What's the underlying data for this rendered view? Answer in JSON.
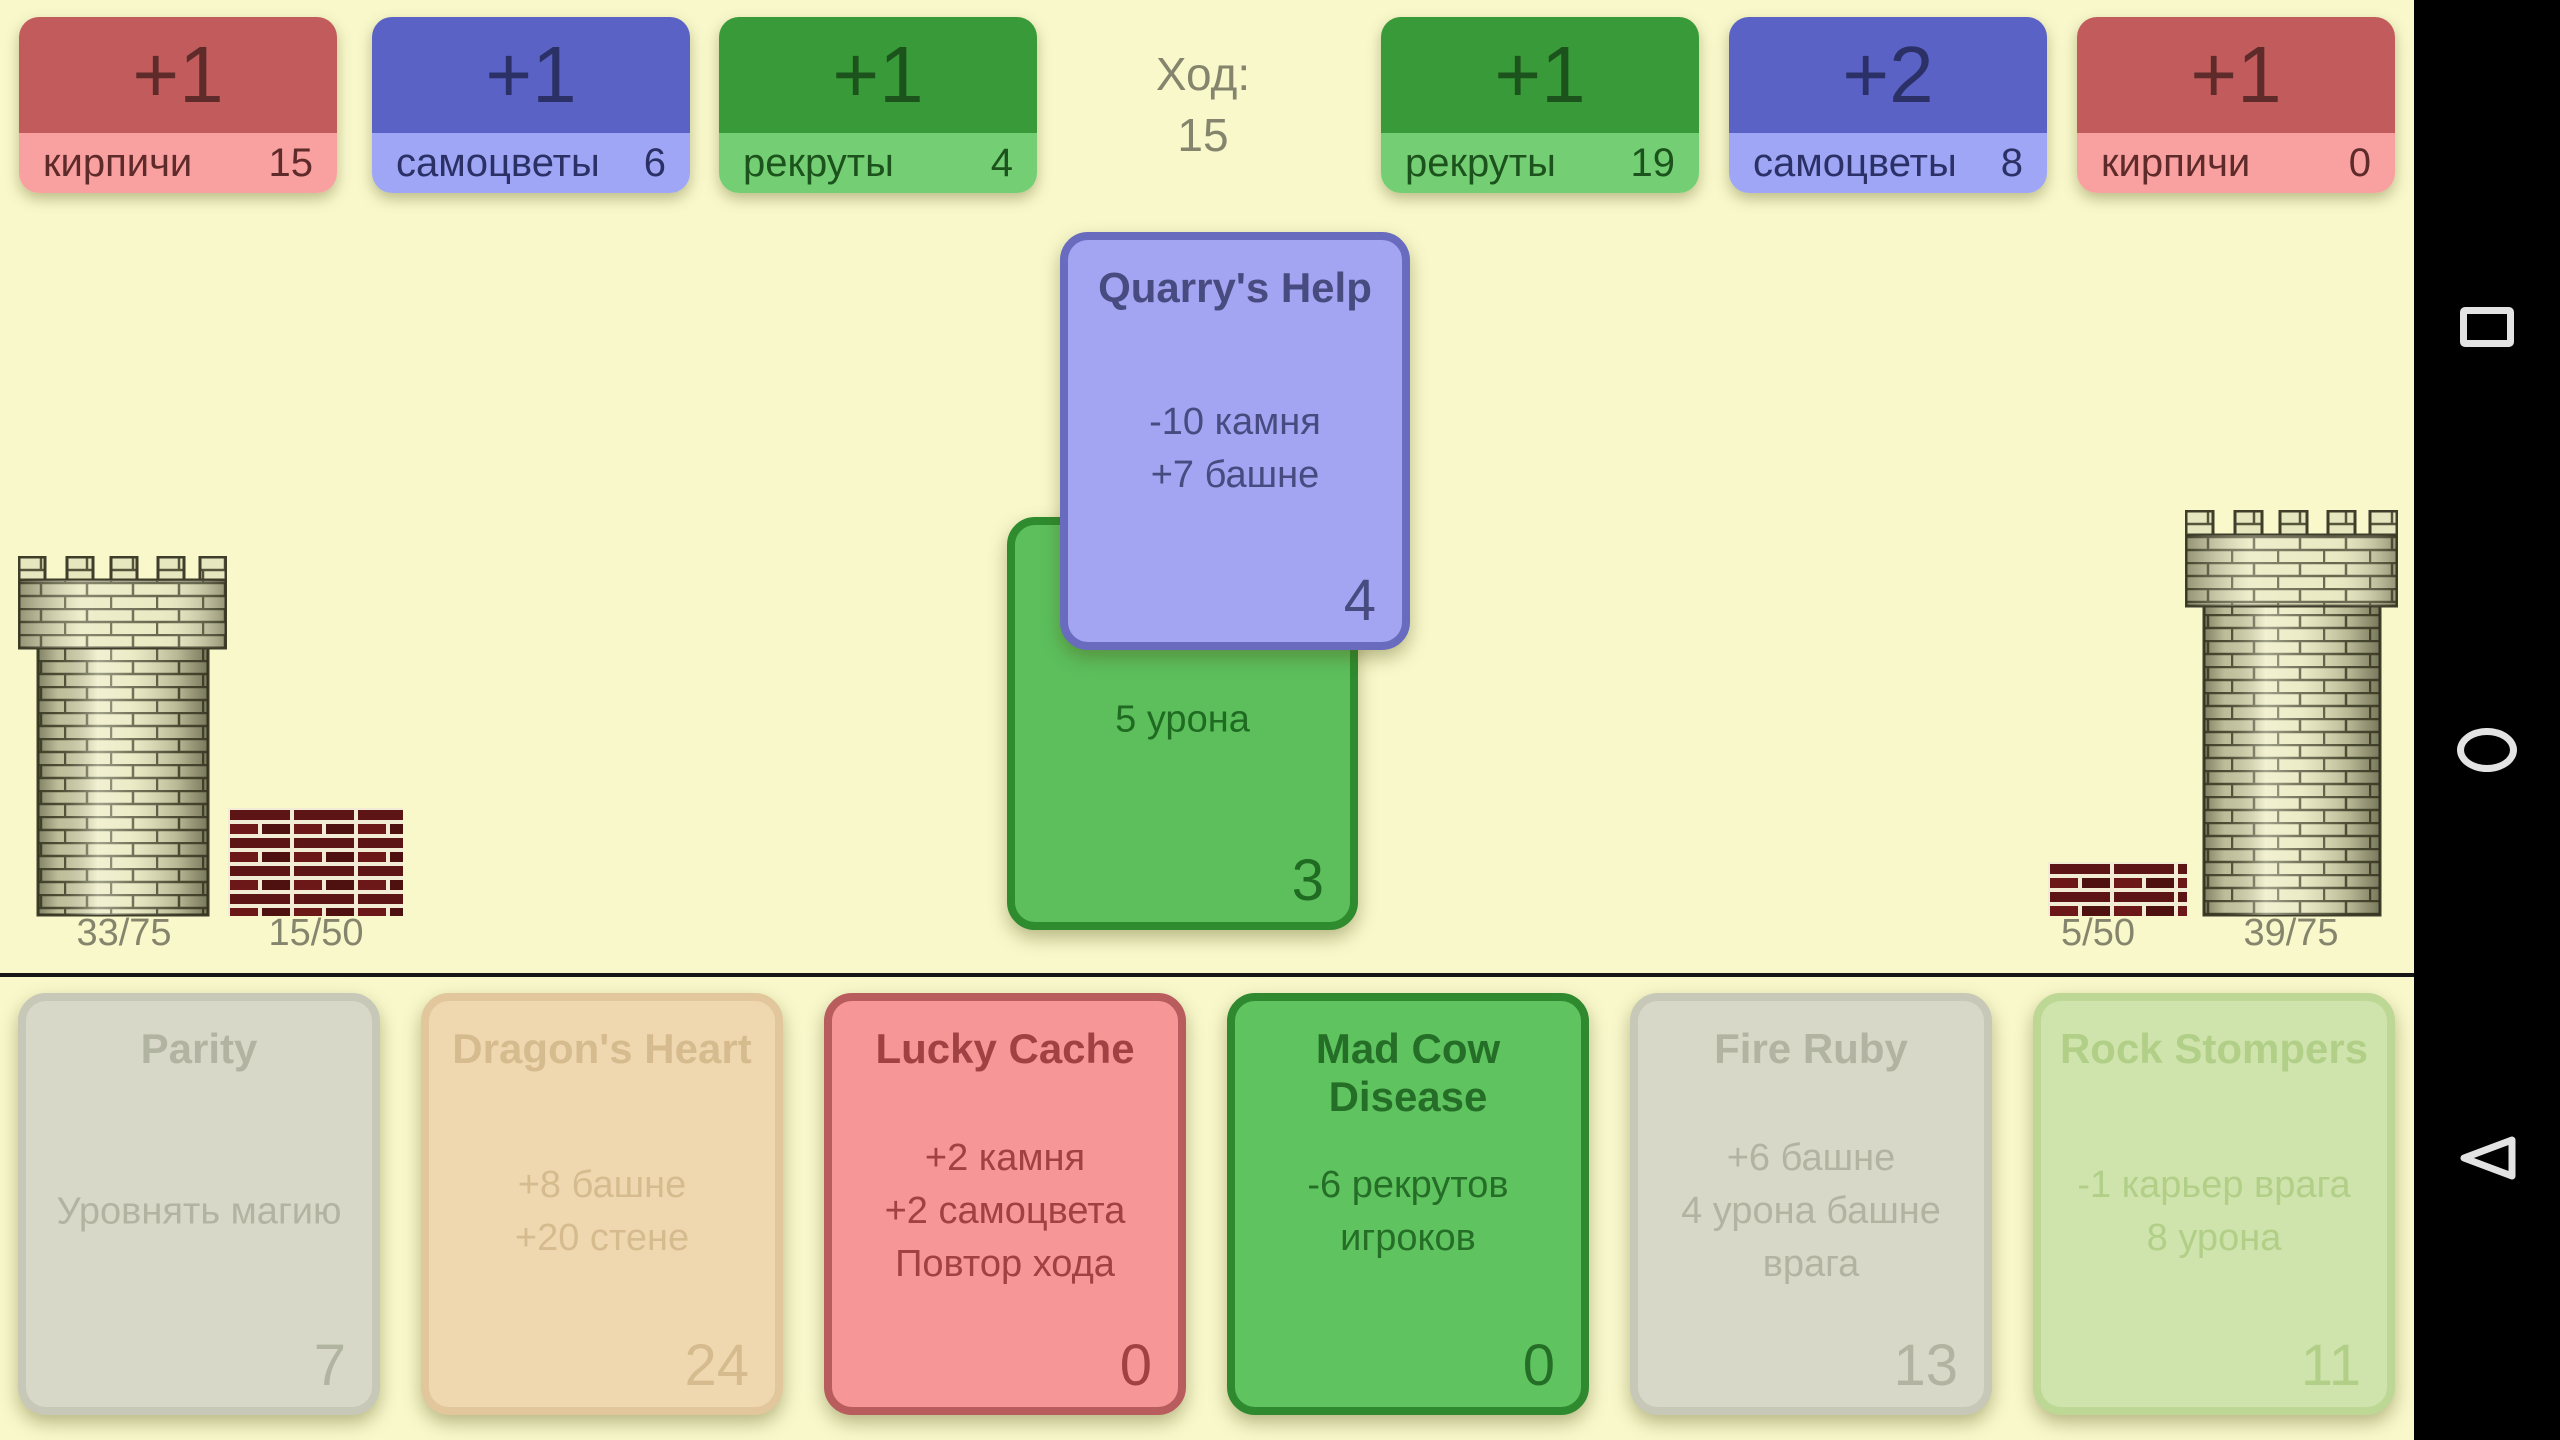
{
  "turn": {
    "label": "Ход:",
    "value": "15"
  },
  "resources": {
    "left": [
      {
        "id": "bricks",
        "rate": "+1",
        "label": "кирпичи",
        "value": "15",
        "scheme": "red"
      },
      {
        "id": "gems",
        "rate": "+1",
        "label": "самоцветы",
        "value": "6",
        "scheme": "blue"
      },
      {
        "id": "recruits",
        "rate": "+1",
        "label": "рекруты",
        "value": "4",
        "scheme": "green"
      }
    ],
    "right": [
      {
        "id": "recruits",
        "rate": "+1",
        "label": "рекруты",
        "value": "19",
        "scheme": "green"
      },
      {
        "id": "gems",
        "rate": "+2",
        "label": "самоцветы",
        "value": "8",
        "scheme": "blue"
      },
      {
        "id": "bricks",
        "rate": "+1",
        "label": "кирпичи",
        "value": "0",
        "scheme": "red"
      }
    ]
  },
  "board": {
    "left": {
      "tower_hp": "33/75",
      "wall_hp": "15/50"
    },
    "right": {
      "wall_hp": "5/50",
      "tower_hp": "39/75"
    }
  },
  "played_cards": [
    {
      "name": "Quarry's Help",
      "body": "-10 камня\n+7 башне",
      "cost": "4",
      "scheme": "purple"
    },
    {
      "name": "",
      "body": "5 урона",
      "cost": "3",
      "scheme": "green"
    }
  ],
  "hand": [
    {
      "name": "Parity",
      "body": "Уровнять магию",
      "cost": "7",
      "enabled": false
    },
    {
      "name": "Dragon's Heart",
      "body": "+8 башне\n+20 стене",
      "cost": "24",
      "enabled": false
    },
    {
      "name": "Lucky Cache",
      "body": "+2 камня\n+2 самоцвета\nПовтор хода",
      "cost": "0",
      "enabled": true
    },
    {
      "name": "Mad Cow Disease",
      "body": "-6 рекрутов игроков",
      "cost": "0",
      "enabled": true
    },
    {
      "name": "Fire Ruby",
      "body": "+6 башне\n4 урона башне врага",
      "cost": "13",
      "enabled": false
    },
    {
      "name": "Rock Stompers",
      "body": "-1 карьер врага\n8 урона",
      "cost": "11",
      "enabled": false
    }
  ],
  "nav": {
    "recents": "recents",
    "home": "home",
    "back": "back"
  },
  "colors": {
    "background": "#f8f8cb",
    "bricks_accent": "#c25c5c",
    "gems_accent": "#5b62c6",
    "recruits_accent": "#389a38",
    "played_purple": "#a3a5f2",
    "played_green": "#5cbf5c",
    "wall_brick": "#5d1414",
    "hud_text": "#85856d",
    "navbar": "#000000"
  }
}
